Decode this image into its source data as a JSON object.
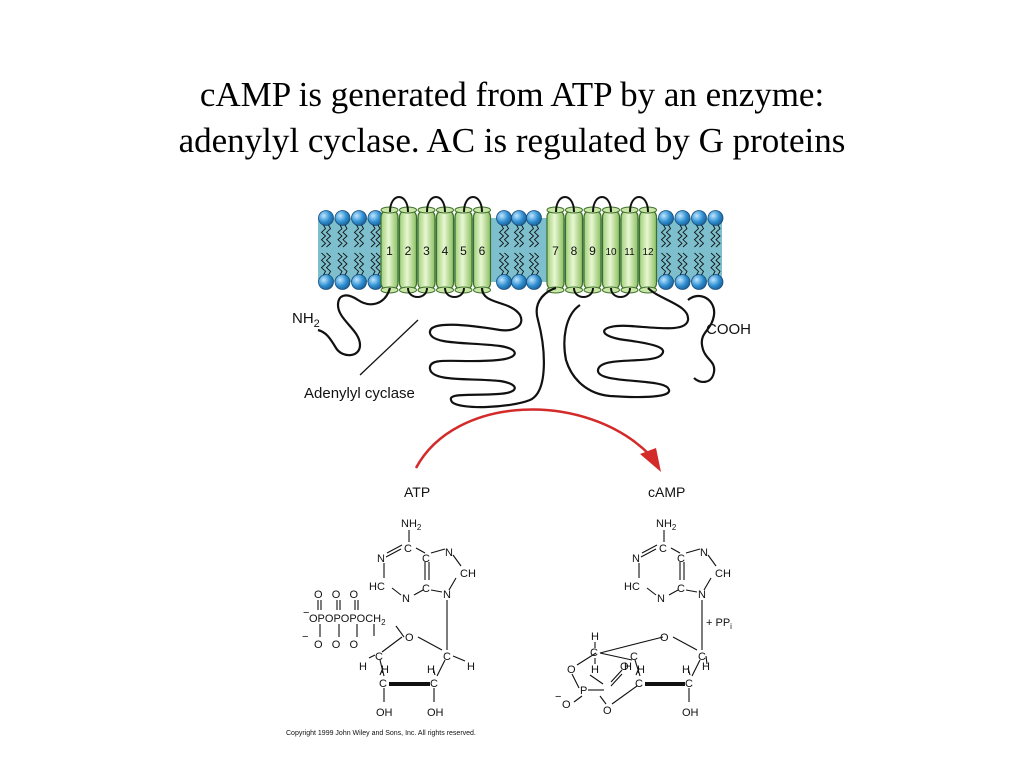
{
  "slide": {
    "title_line1": "cAMP is generated from ATP by an enzyme:",
    "title_line2": "adenylyl cyclase.  AC is regulated by G proteins"
  },
  "membrane": {
    "helices_domain1": [
      "1",
      "2",
      "3",
      "4",
      "5",
      "6"
    ],
    "helices_domain2": [
      "7",
      "8",
      "9",
      "10",
      "11",
      "12"
    ],
    "n_terminus": "NH",
    "n_terminus_sub": "2",
    "c_terminus": "COOH",
    "enzyme_label": "Adenylyl cyclase"
  },
  "reaction": {
    "substrate": "ATP",
    "product": "cAMP",
    "byproduct": "+ PP",
    "byproduct_sub": "i",
    "arrow_color": "#d32a2a"
  },
  "atp": {
    "nh2": "NH",
    "nh2_sub": "2",
    "n_left": "N",
    "c_top": "C",
    "c_right": "C",
    "n_ring": "N",
    "ch": "CH",
    "hc": "HC",
    "n_bottom": "N",
    "c_bottom": "C",
    "n_glyco": "N",
    "phos_o_top": "O   O   O",
    "phos_chain": "OPOPOPOCH",
    "phos_chain_sub": "2",
    "phos_o_bottom": "O   O   O",
    "minus": "−",
    "ring_o": "O",
    "c4": "C",
    "c1": "C",
    "c3": "C",
    "c2": "C",
    "h4": "H",
    "h1": "H",
    "h3": "H",
    "h2": "H",
    "oh3": "OH",
    "oh2": "OH"
  },
  "camp": {
    "nh2": "NH",
    "nh2_sub": "2",
    "n_left": "N",
    "c_top": "C",
    "c_right": "C",
    "n_ring": "N",
    "ch": "CH",
    "hc": "HC",
    "n_bottom": "N",
    "c_bottom": "C",
    "n_glyco": "N",
    "h_top": "H",
    "c5": "C",
    "h_bottom": "H",
    "ring_o": "O",
    "c4": "C",
    "c1": "C",
    "c3": "C",
    "c2": "C",
    "h4": "H",
    "h1": "H",
    "h3": "H",
    "h2": "H",
    "o_left": "O",
    "p": "P",
    "o_double": "O",
    "o_minus": "O",
    "o_ring": "O",
    "minus": "−",
    "oh2": "OH"
  },
  "copyright": "Copyright 1999 John Wiley and Sons, Inc. All rights reserved.",
  "colors": {
    "lipid_fill": "#7ebfcd",
    "lipid_head": "#2e8fd1",
    "helix_fill": "#c9e8a6",
    "helix_stroke": "#3e6e2c"
  }
}
